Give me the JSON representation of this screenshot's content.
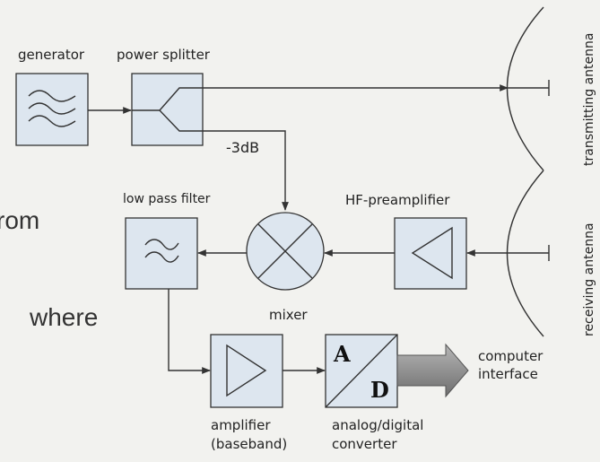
{
  "labels": {
    "generator": "generator",
    "power_splitter": "power splitter",
    "attenuation": "-3dB",
    "low_pass_filter": "low pass filter",
    "hf_preamplifier": "HF-preamplifier",
    "mixer": "mixer",
    "amplifier_line1": "amplifier",
    "amplifier_line2": "(baseband)",
    "adc_line1": "analog/digital",
    "adc_line2": "converter",
    "adc_letter_a": "A",
    "adc_letter_d": "D",
    "computer_line1": "computer",
    "computer_line2": "interface",
    "transmitting_antenna": "transmitting antenna",
    "receiving_antenna": "receiving antenna"
  },
  "background_text": {
    "fragment_1": "rom",
    "fragment_2": "where"
  },
  "colors": {
    "background": "#f2f2ef",
    "block_fill": "#dde6ef",
    "stroke": "#333333",
    "output_arrow": "#8c8c8c"
  }
}
